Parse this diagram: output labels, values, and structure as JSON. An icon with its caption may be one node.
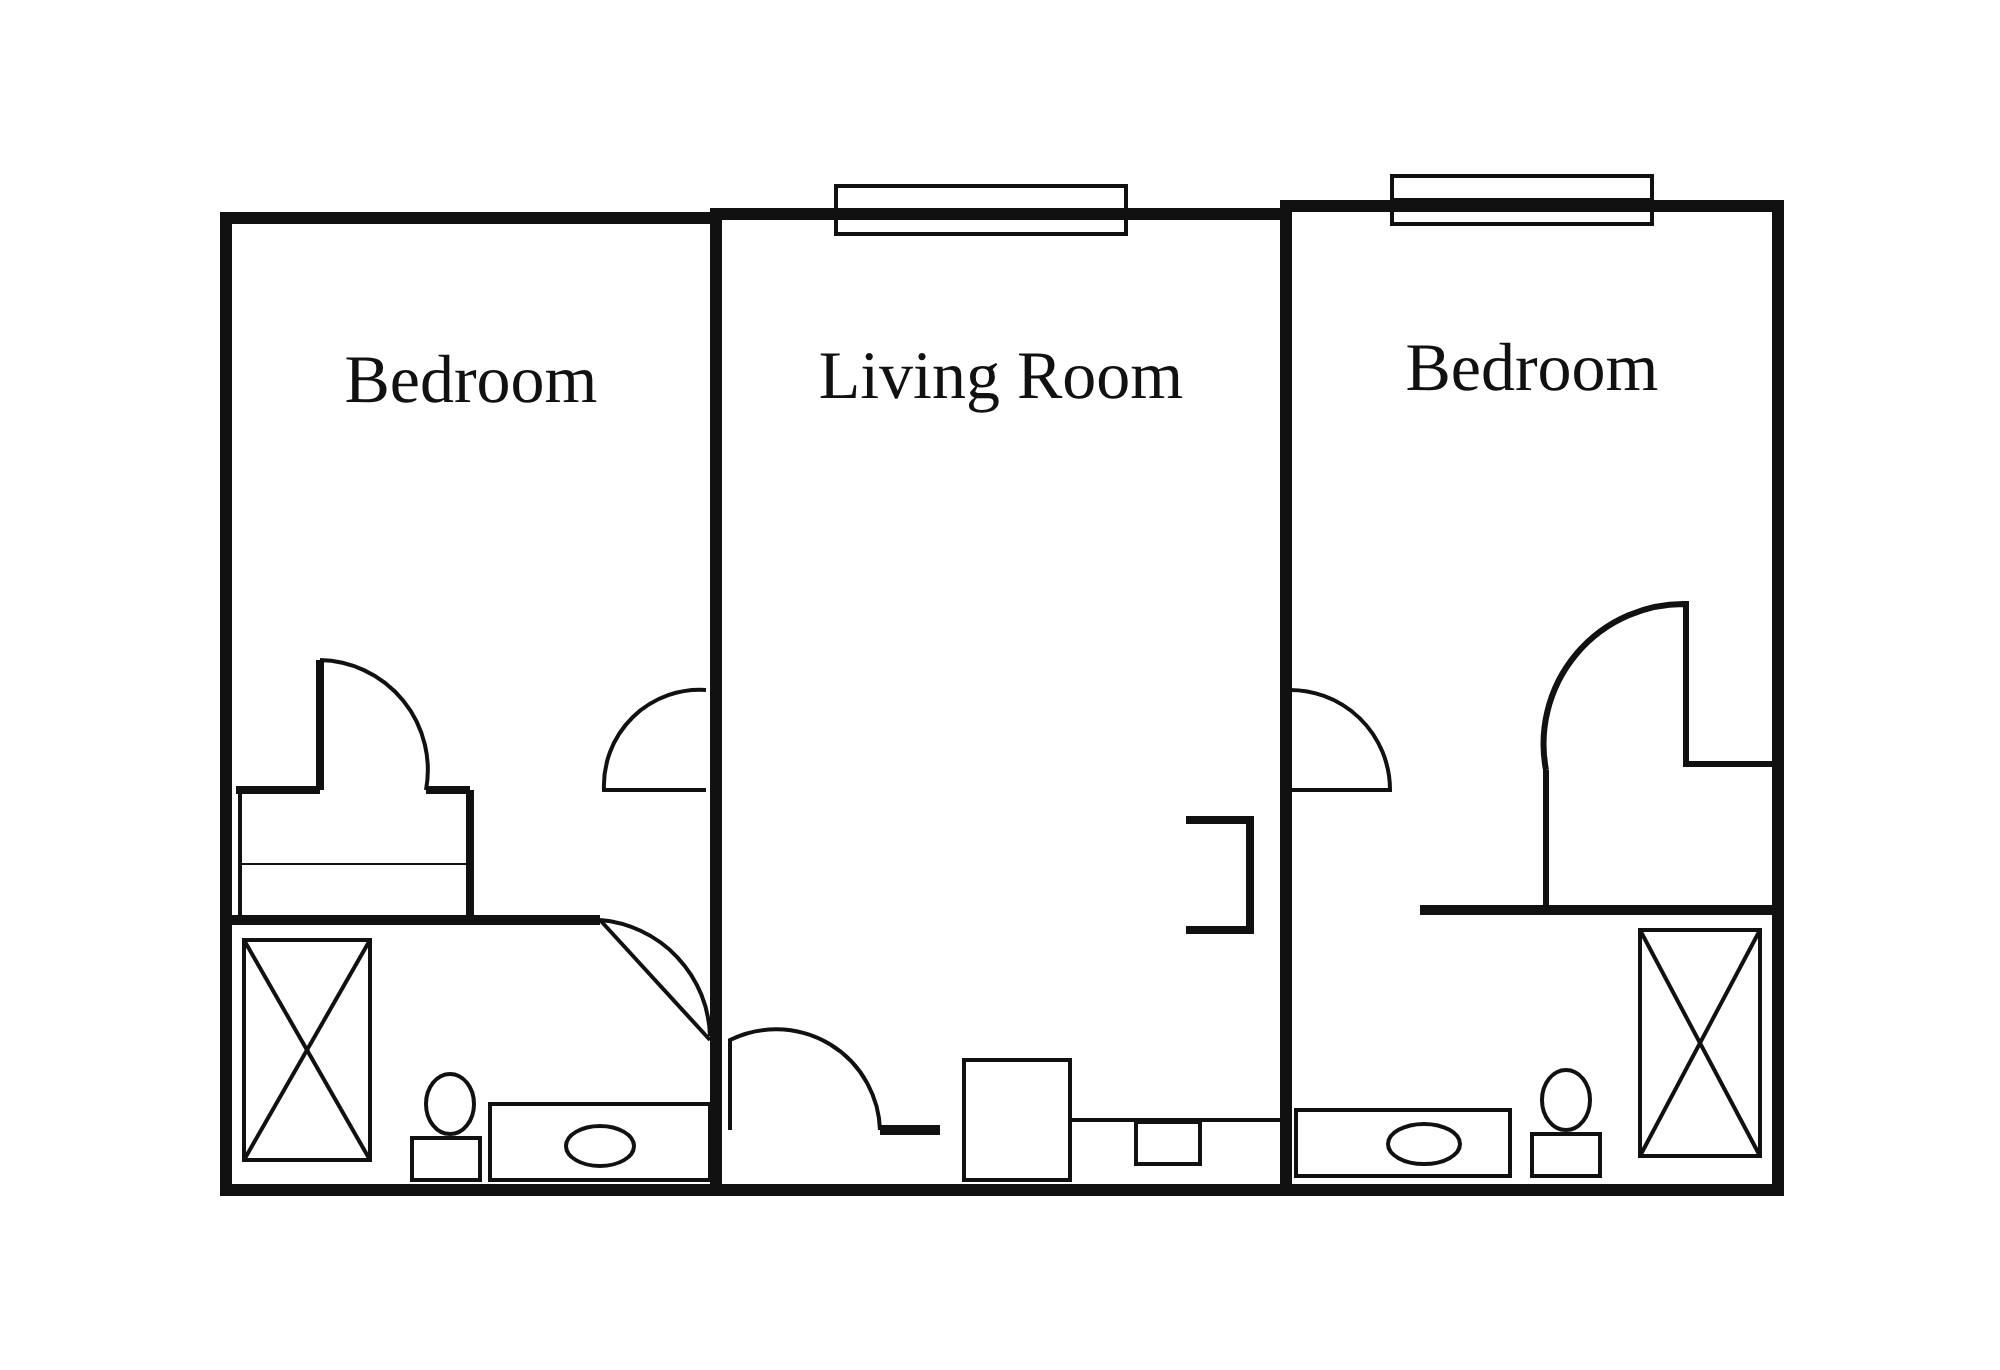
{
  "diagram": {
    "nodes": [
      {
        "text": [
          "Bedroom"
        ]
      },
      {
        "text": [
          "Living Room"
        ]
      },
      {
        "text": [
          "Bedroom"
        ]
      }
    ]
  }
}
